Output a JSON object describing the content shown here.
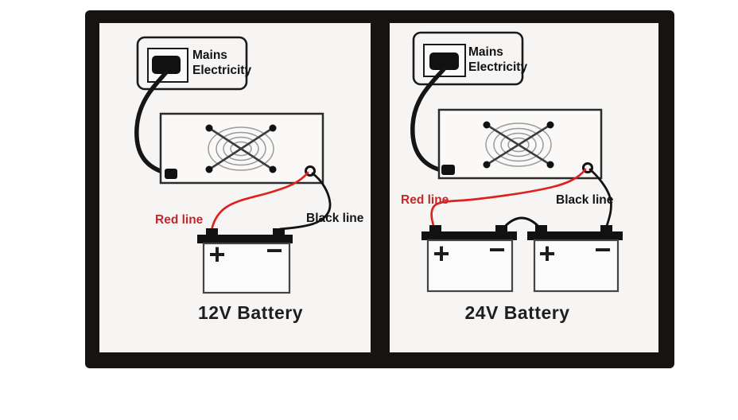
{
  "image": {
    "description": "Two-panel wiring diagram showing a battery charger connected to mains electricity, charging a 12V battery (left) and two batteries in series for 24V (right)",
    "background": "#ffffff"
  },
  "colors": {
    "frame": "#181313",
    "panel": "#f6f5f4",
    "line_black": "#141414",
    "wire_red": "#df211e",
    "red_label": "#c1282a",
    "fan_gray": "#9a9a9a",
    "charger_fill": "#faf9f8",
    "battery_fill": "#fcfbfb"
  },
  "icons": [
    "mains-socket-icon",
    "power-plug-icon",
    "power-cord-icon",
    "charger-unit-icon",
    "cooling-fan-icon",
    "output-terminal-icon",
    "battery-icon",
    "red-wire-icon",
    "black-wire-icon",
    "jumper-wire-icon"
  ],
  "panels": [
    {
      "id": "12v-diagram",
      "mains": {
        "line1": "Mains",
        "line2": "Electricity"
      },
      "red_wire_label": "Red line",
      "black_wire_label": "Black line",
      "caption": "12V Battery",
      "batteries": [
        {
          "plus": "+",
          "minus": "−"
        }
      ]
    },
    {
      "id": "24v-diagram",
      "mains": {
        "line1": "Mains",
        "line2": "Electricity"
      },
      "red_wire_label": "Red line",
      "black_wire_label": "Black line",
      "caption": "24V Battery",
      "batteries": [
        {
          "plus": "+",
          "minus": "−"
        },
        {
          "plus": "+",
          "minus": "−"
        }
      ]
    }
  ]
}
